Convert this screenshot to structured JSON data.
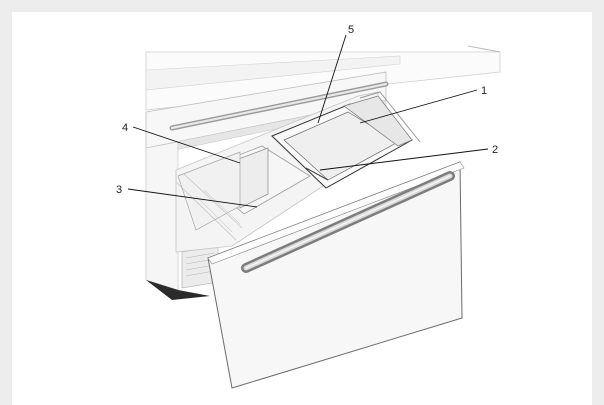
{
  "figure": {
    "subject": "refrigerator-freezer-drawer",
    "callouts": [
      {
        "id": "1",
        "label": "1"
      },
      {
        "id": "2",
        "label": "2"
      },
      {
        "id": "3",
        "label": "3"
      },
      {
        "id": "4",
        "label": "4"
      },
      {
        "id": "5",
        "label": "5"
      }
    ]
  }
}
